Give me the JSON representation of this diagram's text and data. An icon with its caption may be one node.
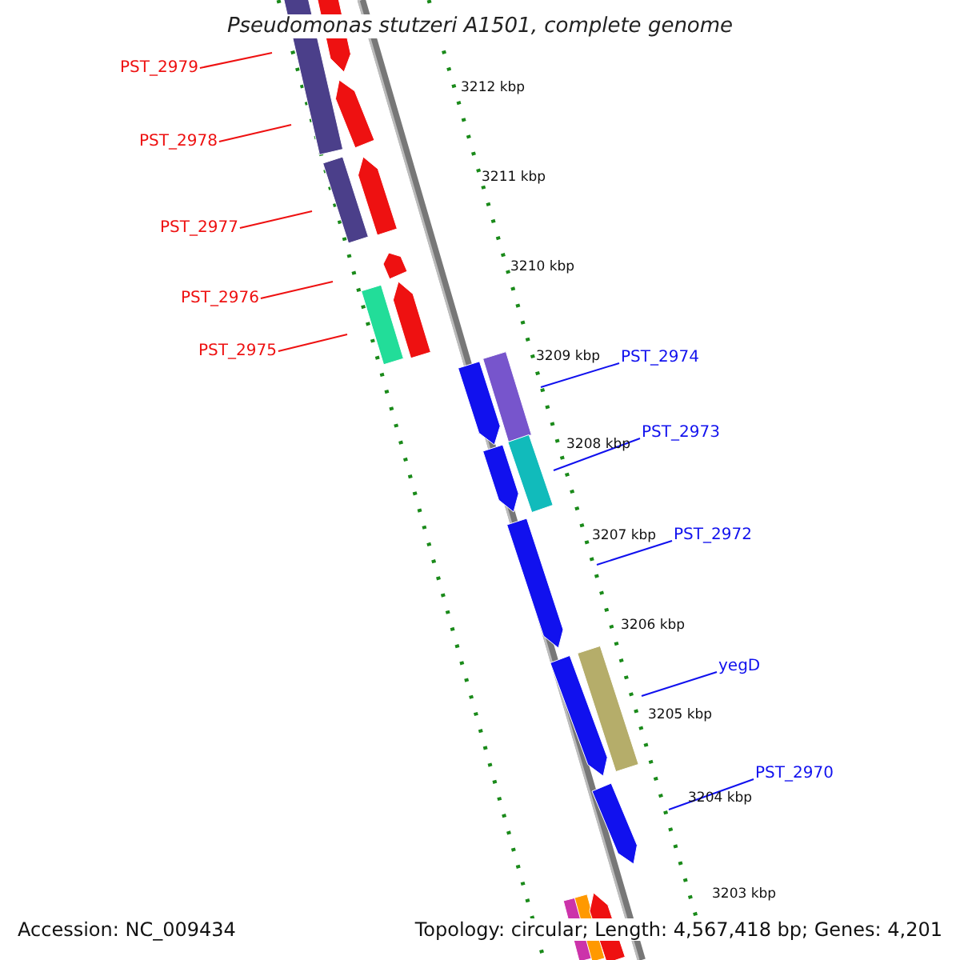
{
  "diagram": {
    "title": "Pseudomonas stutzeri A1501, complete genome",
    "nodes": [
      {
        "text": [
          "PST_2979"
        ]
      },
      {
        "text": [
          "PST_2978"
        ]
      },
      {
        "text": [
          "PST_2977"
        ]
      },
      {
        "text": [
          "PST_2976"
        ]
      },
      {
        "text": [
          "PST_2975"
        ]
      },
      {
        "text": [
          "PST_2974"
        ]
      },
      {
        "text": [
          "PST_2973"
        ]
      },
      {
        "text": [
          "PST_2972"
        ]
      },
      {
        "text": [
          "yegD"
        ]
      },
      {
        "text": [
          "PST_2970"
        ]
      }
    ],
    "edges": [
      {
        "from": 0,
        "to": null,
        "arrow": "none"
      },
      {
        "from": 1,
        "to": null,
        "arrow": "none"
      },
      {
        "from": 2,
        "to": null,
        "arrow": "none"
      },
      {
        "from": 3,
        "to": null,
        "arrow": "none"
      },
      {
        "from": 4,
        "to": null,
        "arrow": "none"
      },
      {
        "from": 5,
        "to": null,
        "arrow": "none",
        "color": "#1111ee"
      },
      {
        "from": 6,
        "to": null,
        "arrow": "none",
        "color": "#1111ee"
      },
      {
        "from": 7,
        "to": null,
        "arrow": "none",
        "color": "#1111ee"
      },
      {
        "from": 8,
        "to": null,
        "arrow": "none",
        "color": "#1111ee"
      },
      {
        "from": 9,
        "to": null,
        "arrow": "none",
        "color": "#1111ee"
      }
    ],
    "labels": [
      "3212 kbp",
      "3211 kbp",
      "3210 kbp",
      "3209 kbp",
      "3208 kbp",
      "3207 kbp",
      "3206 kbp",
      "3205 kbp",
      "3204 kbp",
      "3203 kbp",
      "Accession: NC_009434",
      "Topology: circular; Length: 4,567,418 bp; Genes: 4,201"
    ]
  }
}
